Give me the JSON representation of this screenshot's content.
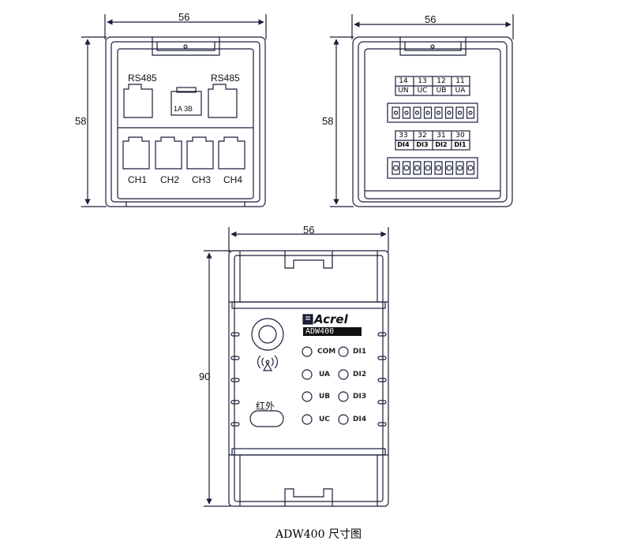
{
  "dimensions": {
    "top_left_width": "56",
    "top_left_height": "58",
    "top_right_width": "56",
    "top_right_height": "58",
    "bottom_width": "56",
    "bottom_height": "90"
  },
  "ports": {
    "rs485_left": "RS485",
    "rs485_right": "RS485",
    "power_connector": "1A 3B",
    "channels": [
      "CH1",
      "CH2",
      "CH3",
      "CH4"
    ]
  },
  "terminals": {
    "top_numbers": [
      "14",
      "13",
      "12",
      "11"
    ],
    "top_labels": [
      "UN",
      "UC",
      "UB",
      "UA"
    ],
    "bottom_numbers": [
      "33",
      "32",
      "31",
      "30"
    ],
    "bottom_labels": [
      "DI4",
      "DI3",
      "DI2",
      "DI1"
    ]
  },
  "front": {
    "brand": "Acrel",
    "model": "ADW400",
    "infrared_label": "红外",
    "left_leds": [
      "COM",
      "UA",
      "UB",
      "UC"
    ],
    "right_leds": [
      "DI1",
      "DI2",
      "DI3",
      "DI4"
    ]
  },
  "caption": "ADW400 尺寸图",
  "colors": {
    "line": "#1a1f3a",
    "background": "#ffffff"
  }
}
